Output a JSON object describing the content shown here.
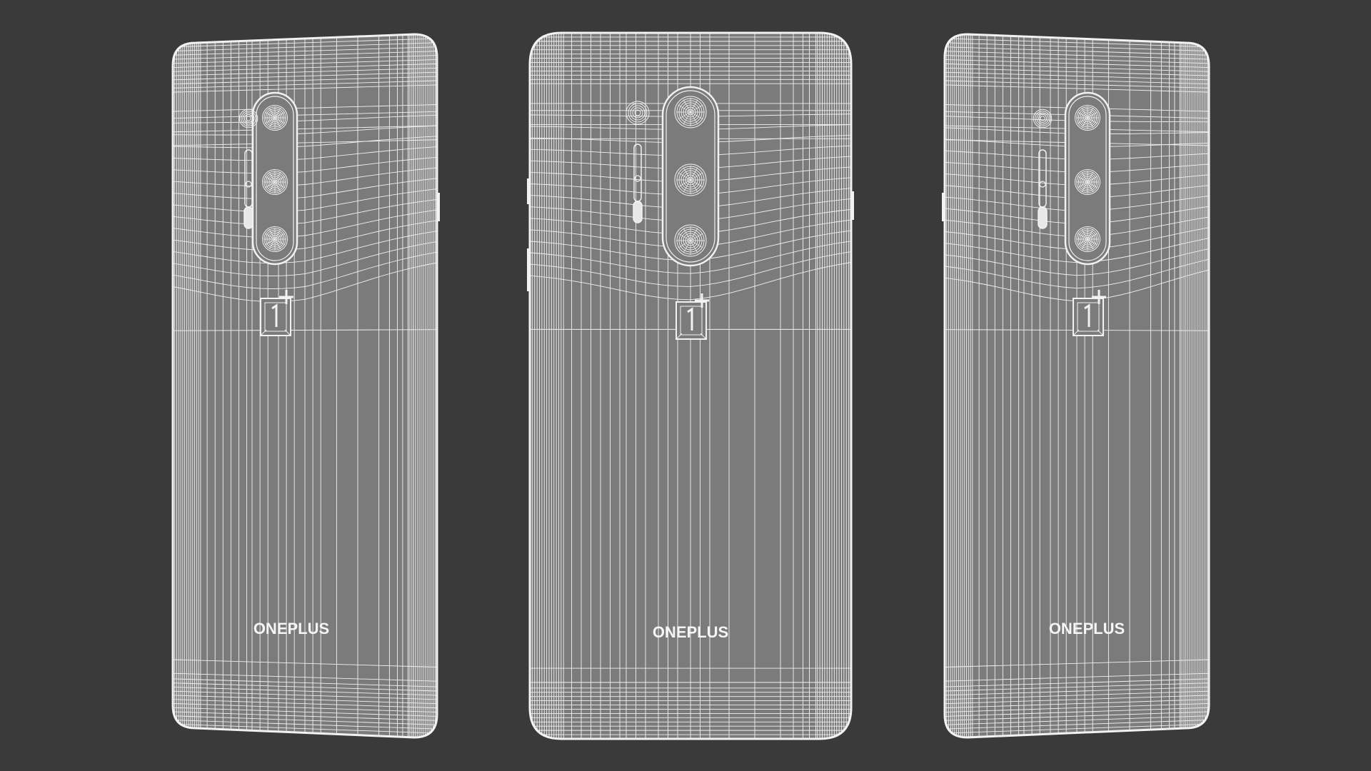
{
  "scene": {
    "background_color": "#3a3a3a",
    "body_color": "#7b7b7b",
    "wire_color": "#f2f2f2"
  },
  "phones": [
    {
      "view": "left-angled",
      "brand_text": "ONEPLUS",
      "logo_icon": "oneplus-logo-icon"
    },
    {
      "view": "front",
      "brand_text": "ONEPLUS",
      "logo_icon": "oneplus-logo-icon"
    },
    {
      "view": "right-angled",
      "brand_text": "ONEPLUS",
      "logo_icon": "oneplus-logo-icon"
    }
  ]
}
